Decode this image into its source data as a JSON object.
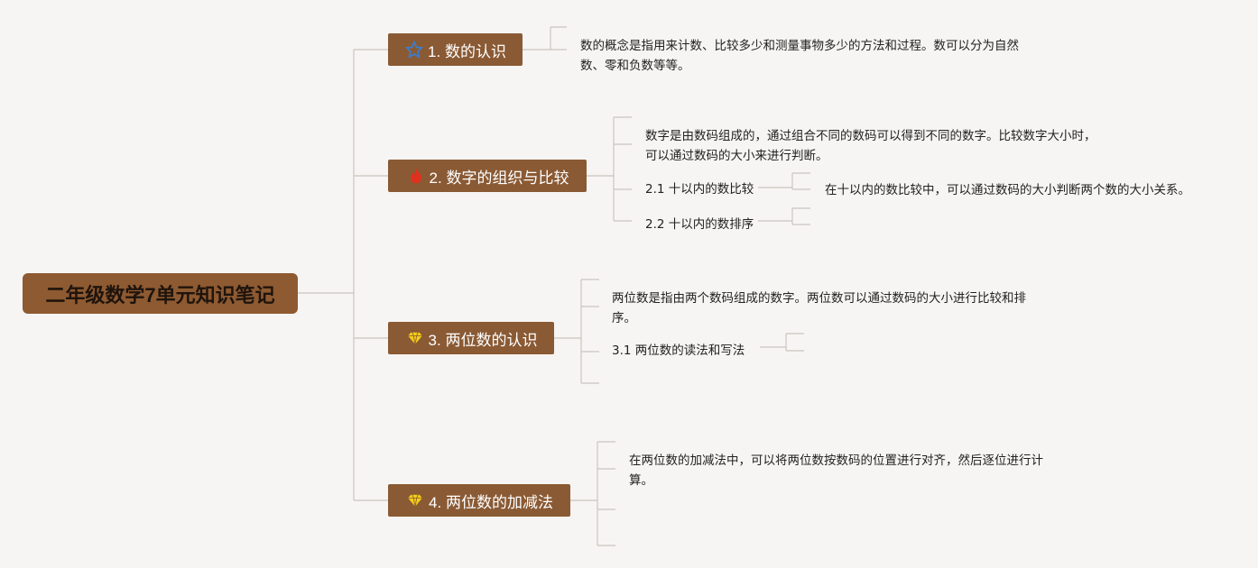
{
  "root": {
    "label": "二年级数学7单元知识笔记"
  },
  "branches": [
    {
      "label": "1. 数的认识",
      "icon": "star-icon",
      "text": "数的概念是指用来计数、比较多少和测量事物多少的方法和过程。数可以分为自然数、零和负数等等。"
    },
    {
      "label": "2. 数字的组织与比较",
      "icon": "fire-icon",
      "text": "数字是由数码组成的，通过组合不同的数码可以得到不同的数字。比较数字大小时，可以通过数码的大小来进行判断。",
      "subs": [
        {
          "label": "2.1 十以内的数比较",
          "text": "在十以内的数比较中，可以通过数码的大小判断两个数的大小关系。"
        },
        {
          "label": "2.2 十以内的数排序"
        }
      ]
    },
    {
      "label": "3. 两位数的认识",
      "icon": "diamond-icon",
      "text": "两位数是指由两个数码组成的数字。两位数可以通过数码的大小进行比较和排序。",
      "subs": [
        {
          "label": "3.1 两位数的读法和写法"
        }
      ]
    },
    {
      "label": "4. 两位数的加减法",
      "icon": "diamond-icon",
      "text": "在两位数的加减法中，可以将两位数按数码的位置进行对齐，然后逐位进行计算。"
    }
  ],
  "colors": {
    "background": "#f7f5f3",
    "node_fill": "#8a5a34",
    "line": "#c9c4bf",
    "star": "#3a7fd0",
    "fire": "#e0301e",
    "diamond": "#f4cf16"
  }
}
